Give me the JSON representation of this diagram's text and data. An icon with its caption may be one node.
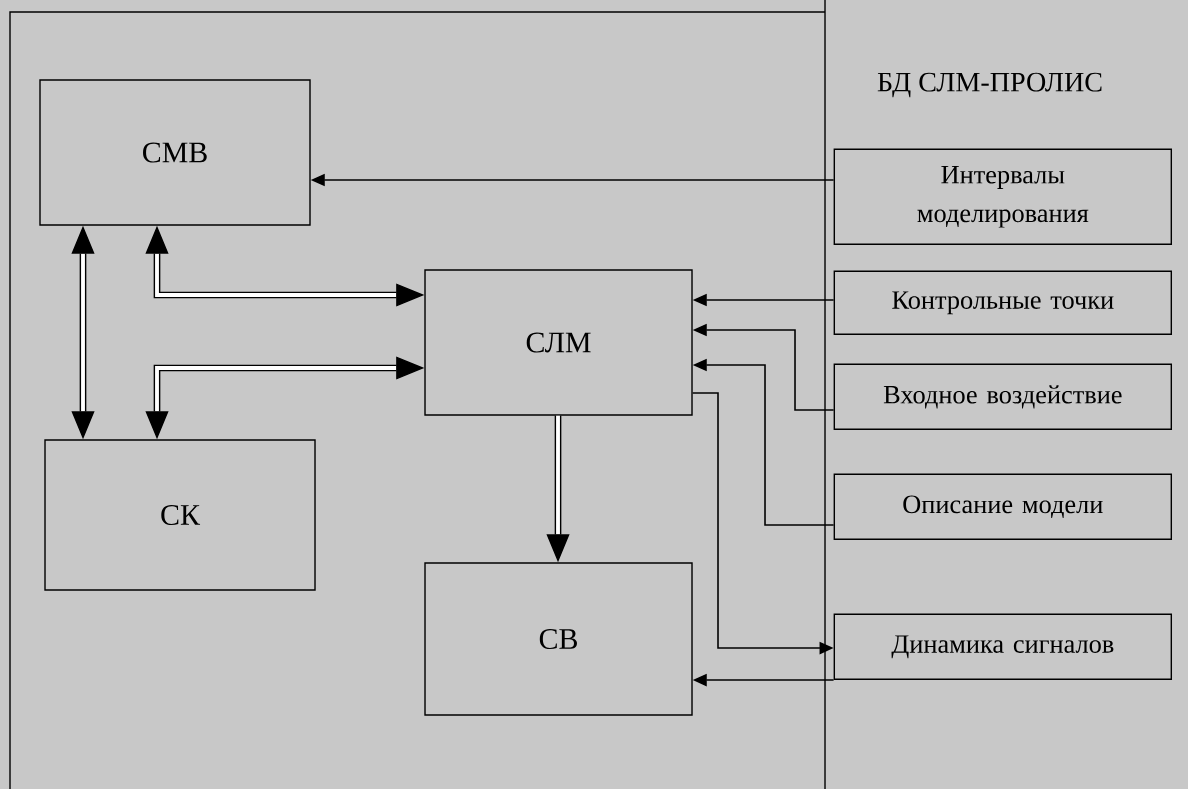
{
  "diagram": {
    "nodes": [
      {
        "text": [
          "СМВ"
        ]
      },
      {
        "text": [
          "БД СЛМ-ПРОЛИС"
        ]
      },
      {
        "text": [
          "Интервалы моделирования"
        ],
        "in": 1
      },
      {
        "text": [
          "Контрольные точки"
        ],
        "in": 1
      },
      {
        "text": [
          "Входное воздействие"
        ],
        "in": 1
      },
      {
        "text": [
          "Описание модели"
        ],
        "in": 1
      },
      {
        "text": [
          "Динамика сигналов"
        ],
        "in": 1
      },
      {
        "text": [
          "СЛМ"
        ]
      },
      {
        "text": [
          "СК"
        ]
      },
      {
        "text": [
          "СВ"
        ]
      }
    ],
    "edges": [
      {
        "from": 2,
        "to": 0,
        "arrow": "to"
      },
      {
        "from": 0,
        "to": 8,
        "arrow": "both",
        "style": "thick"
      },
      {
        "from": 0,
        "to": 7,
        "arrow": "both",
        "style": "thick"
      },
      {
        "from": 8,
        "to": 7,
        "arrow": "both",
        "style": "thick"
      },
      {
        "from": 7,
        "to": 9,
        "arrow": "to",
        "style": "thick"
      },
      {
        "from": 3,
        "to": 7,
        "arrow": "to"
      },
      {
        "from": 4,
        "to": 7,
        "arrow": "to"
      },
      {
        "from": 5,
        "to": 7,
        "arrow": "to"
      },
      {
        "from": 7,
        "to": 6,
        "arrow": "to"
      },
      {
        "from": 6,
        "to": 9,
        "arrow": "to"
      }
    ]
  }
}
